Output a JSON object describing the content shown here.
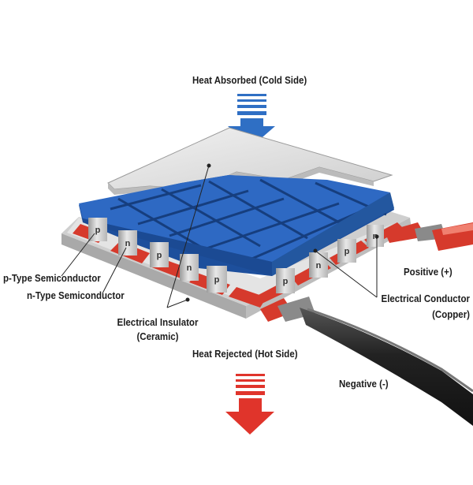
{
  "labels": {
    "heat_absorbed": "Heat Absorbed (Cold Side)",
    "heat_rejected": "Heat Rejected (Hot Side)",
    "p_type": "p-Type Semiconductor",
    "n_type": "n-Type Semiconductor",
    "insulator_line1": "Electrical Insulator",
    "insulator_line2": "(Ceramic)",
    "conductor_line1": "Electrical Conductor",
    "conductor_line2": "(Copper)",
    "positive": "Positive (+)",
    "negative": "Negative (-)"
  },
  "legs": {
    "front_row": [
      "p",
      "n",
      "p",
      "n",
      "p"
    ],
    "right_row": [
      "p",
      "n",
      "p",
      "n"
    ]
  },
  "colors": {
    "cold_arrow": "#2f6fc4",
    "hot_arrow": "#e0342b",
    "blue_conductor": "#2e69c3",
    "copper_red": "#d63a2c",
    "ceramic": "#e4e4e4",
    "wire": "#222222"
  }
}
